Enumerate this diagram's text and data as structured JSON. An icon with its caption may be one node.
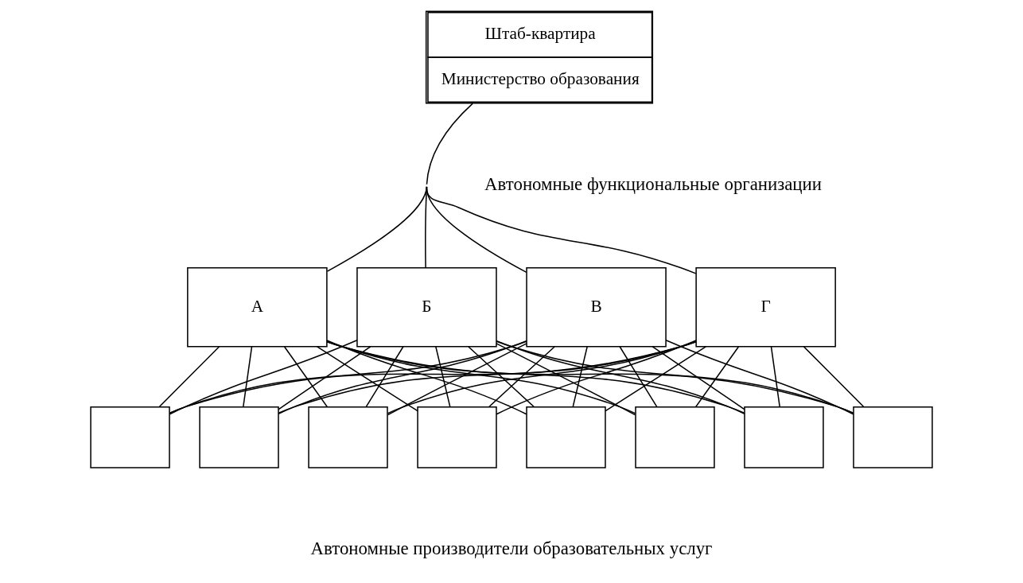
{
  "diagram": {
    "nodes": [
      {
        "text": [
          "Штаб-квартира",
          "Министерство образования"
        ]
      },
      {
        "text": [
          "А"
        ]
      },
      {
        "text": [
          "Б"
        ]
      },
      {
        "text": [
          "В"
        ]
      },
      {
        "text": [
          "Г"
        ]
      },
      {
        "text": [],
        "shape": "box"
      },
      {
        "text": [],
        "shape": "box"
      },
      {
        "text": [],
        "shape": "box"
      },
      {
        "text": [],
        "shape": "box"
      },
      {
        "text": [],
        "shape": "box"
      },
      {
        "text": [],
        "shape": "box"
      },
      {
        "text": [],
        "shape": "box"
      },
      {
        "text": [],
        "shape": "box"
      }
    ],
    "edges": [
      {
        "from": 0,
        "to": 1,
        "arrow": "none"
      },
      {
        "from": 0,
        "to": 2,
        "arrow": "none"
      },
      {
        "from": 0,
        "to": 3,
        "arrow": "none"
      },
      {
        "from": 0,
        "to": 4,
        "arrow": "none"
      },
      {
        "from": 1,
        "to": 5,
        "arrow": "none"
      },
      {
        "from": 1,
        "to": 6,
        "arrow": "none"
      },
      {
        "from": 1,
        "to": 7,
        "arrow": "none"
      },
      {
        "from": 1,
        "to": 8,
        "arrow": "none"
      },
      {
        "from": 1,
        "to": 9,
        "arrow": "none"
      },
      {
        "from": 1,
        "to": 10,
        "arrow": "none"
      },
      {
        "from": 1,
        "to": 11,
        "arrow": "none"
      },
      {
        "from": 1,
        "to": 12,
        "arrow": "none"
      },
      {
        "from": 2,
        "to": 5,
        "arrow": "none"
      },
      {
        "from": 2,
        "to": 6,
        "arrow": "none"
      },
      {
        "from": 2,
        "to": 7,
        "arrow": "none"
      },
      {
        "from": 2,
        "to": 8,
        "arrow": "none"
      },
      {
        "from": 2,
        "to": 9,
        "arrow": "none"
      },
      {
        "from": 2,
        "to": 10,
        "arrow": "none"
      },
      {
        "from": 2,
        "to": 11,
        "arrow": "none"
      },
      {
        "from": 2,
        "to": 12,
        "arrow": "none"
      },
      {
        "from": 3,
        "to": 5,
        "arrow": "none"
      },
      {
        "from": 3,
        "to": 6,
        "arrow": "none"
      },
      {
        "from": 3,
        "to": 7,
        "arrow": "none"
      },
      {
        "from": 3,
        "to": 8,
        "arrow": "none"
      },
      {
        "from": 3,
        "to": 9,
        "arrow": "none"
      },
      {
        "from": 3,
        "to": 10,
        "arrow": "none"
      },
      {
        "from": 3,
        "to": 11,
        "arrow": "none"
      },
      {
        "from": 3,
        "to": 12,
        "arrow": "none"
      },
      {
        "from": 4,
        "to": 5,
        "arrow": "none"
      },
      {
        "from": 4,
        "to": 6,
        "arrow": "none"
      },
      {
        "from": 4,
        "to": 7,
        "arrow": "none"
      },
      {
        "from": 4,
        "to": 8,
        "arrow": "none"
      },
      {
        "from": 4,
        "to": 9,
        "arrow": "none"
      },
      {
        "from": 4,
        "to": 10,
        "arrow": "none"
      },
      {
        "from": 4,
        "to": 11,
        "arrow": "none"
      },
      {
        "from": 4,
        "to": 12,
        "arrow": "none"
      }
    ],
    "labels": [
      "Автономные функциональные организации",
      "Автономные производители образовательных услуг"
    ]
  }
}
